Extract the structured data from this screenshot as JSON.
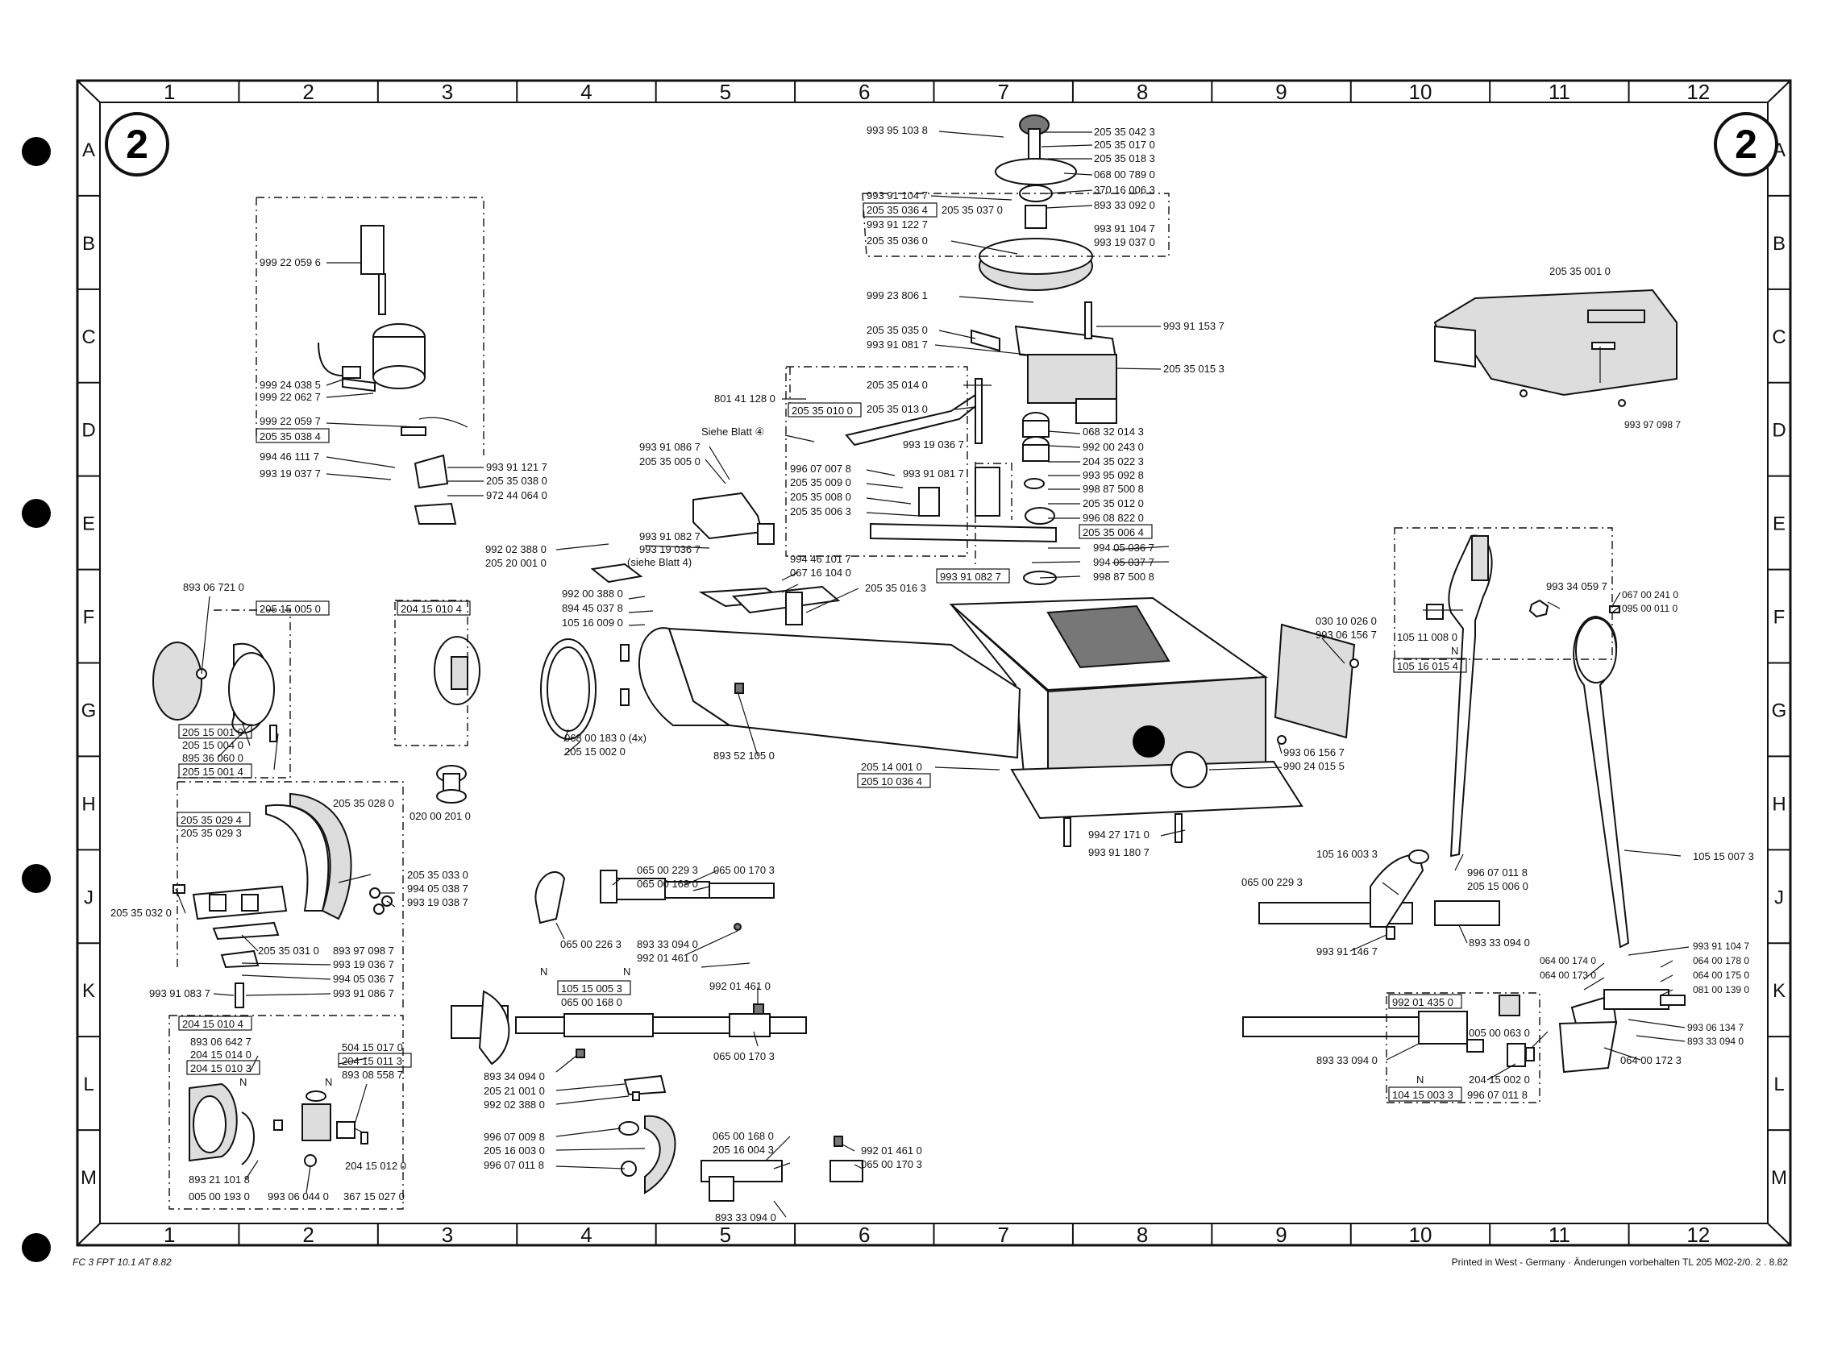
{
  "sheet_number": "2",
  "grid": {
    "columns": [
      "1",
      "2",
      "3",
      "4",
      "5",
      "6",
      "7",
      "8",
      "9",
      "10",
      "11",
      "12"
    ],
    "rows": [
      "A",
      "B",
      "C",
      "D",
      "E",
      "F",
      "G",
      "H",
      "J",
      "K",
      "L",
      "M"
    ]
  },
  "part_labels": {
    "p_993951038": "993 95 103 8",
    "p_205350423": "205 35 042 3",
    "p_205350170": "205 35 017 0",
    "p_205350183": "205 35 018 3",
    "p_068007890": "068 00 789 0",
    "p_370160063": "370 16 006 3",
    "p_893330920": "893 33 092 0",
    "p_993911047a": "993 91 104 7",
    "p_205350364": "205 35 036 4",
    "p_205350370": "205 35 037 0",
    "p_993911227": "993 91 122 7",
    "p_993911047b": "993 91 104 7",
    "p_993190370": "993 19 037 0",
    "p_205350360": "205 35 036 0",
    "p_999238061": "999 23 806 1",
    "p_993911537": "993 91 153 7",
    "p_205350350": "205 35 035 0",
    "p_993910817a": "993 91 081 7",
    "p_205350153": "205 35 015 3",
    "p_205350140": "205 35 014 0",
    "p_801411280": "801 41 128 0",
    "p_205350100": "205 35 010 0",
    "p_205350130": "205 35 013 0",
    "p_068320143": "068 32 014 3",
    "p_992002430": "992 00 243 0",
    "p_siehe4a": "Siehe Blatt ④",
    "p_993190367a": "993 19 036 7",
    "p_204350223": "204 35 022 3",
    "p_993950928": "993 95 092 8",
    "p_993910867a": "993 91 086 7",
    "p_205350050": "205 35 005 0",
    "p_996070078": "996 07 007 8",
    "p_993910817b": "993 91 081 7",
    "p_998875008a": "998 87 500 8",
    "p_205350090": "205 35 009 0",
    "p_205350120": "205 35 012 0",
    "p_205350080": "205 35 008 0",
    "p_996088220": "996 08 822 0",
    "p_205350063": "205 35 006 3",
    "p_205350064": "205 35 006 4",
    "p_993910827a": "993 91 082 7",
    "p_994050367": "994 05 036 7",
    "p_992023880a": "992 02 388 0",
    "p_993190367b": "993 19 036 7",
    "p_994050377": "994 05 037 7",
    "p_205200010": "205 20 001 0",
    "p_siehe4b": "(siehe Blatt 4)",
    "p_993910827b": "993 91 082 7",
    "p_998875008b": "998 87 500 8",
    "p_994461017": "994 46 101 7",
    "p_067161040": "067 16 104 0",
    "p_992003880": "992 00 388 0",
    "p_205350163": "205 35 016 3",
    "p_894450378": "894 45 037 8",
    "p_105160090": "105 16 009 0",
    "p_205350010": "205 35 001 0",
    "p_993970987a": "993 97 098 7",
    "p_999220596a": "999 22 059 6",
    "p_999240385": "999 24 038 5",
    "p_999220627": "999 22 062 7",
    "p_999220597": "999 22 059 7",
    "p_205350384": "205 35 038 4",
    "p_994461117": "994 46 111 7",
    "p_993911217": "993 91 121 7",
    "p_993190377": "993 19 037 7",
    "p_205350380": "205 35 038 0",
    "p_972440640": "972 44 064 0",
    "p_893067210": "893 06 721 0",
    "p_205150050": "205 15 005 0",
    "p_204150104a": "204 15 010 4",
    "p_205150010": "205 15 001 0",
    "p_205150040": "205 15 004 0",
    "p_895360600": "895 36 060 0",
    "p_205150014": "205 15 001 4",
    "p_020002010": "020 00 201 0",
    "p_068001830": "068 00 183  0 (4x)",
    "p_205150020": "205 15 002 0",
    "p_893521050": "893 52 105 0",
    "p_205140010": "205 14 001 0",
    "p_205100364": "205 10 036 4",
    "p_994271710": "994 27 171 0",
    "p_993911807": "993 91 180 7",
    "p_030100260": "030 10 026 0",
    "p_993061567a": "993 06 156 7",
    "p_993061567b": "993 06 156 7",
    "p_990240155": "990 24 015 5",
    "p_105110080": "105 11 008 0",
    "p_N1": "N",
    "p_105160154": "105 16 015 4",
    "p_993340597": "993 34 059 7",
    "p_067002410": "067 00 241 0",
    "p_095000110": "095 00 011 0",
    "p_205350294": "205 35 029 4",
    "p_205350280": "205 35 028 0",
    "p_205350293": "205 35 029 3",
    "p_205350330": "205 35 033 0",
    "p_994050387": "994 05 038 7",
    "p_993190387": "993 19 038 7",
    "p_205350320": "205 35 032 0",
    "p_205350310": "205 35 031 0",
    "p_893970987": "893 97 098 7",
    "p_993190367c": "993 19 036 7",
    "p_994050367b": "994 05 036 7",
    "p_993910867b": "993 91 086 7",
    "p_993910837": "993 91 083 7",
    "p_065002293a": "065 00 229 3",
    "p_065001703a": "065 00 170 3",
    "p_065001680a": "065 00 168 0",
    "p_065002263": "065 00 226 3",
    "p_893330940a": "893 33 094 0",
    "p_992014610a": "992 01 461 0",
    "p_105160033": "105 16 003 3",
    "p_996070118a": "996 07 011 8",
    "p_205150060": "205 15 006 0",
    "p_105150073": "105 15 007 3",
    "p_065002293b": "065 00 229 3",
    "p_893330940b": "893 33 094 0",
    "p_993911467": "993 91 146 7",
    "p_993911047c": "993 91 104 7",
    "p_064001740": "064 00 174 0",
    "p_064001780": "064 00 178 0",
    "p_064001730": "064 00 173 0",
    "p_064001750": "064 00 175 0",
    "p_081001390": "081 00 139 0",
    "p_993061347": "993 06 134 7",
    "p_893330940c": "893 33 094 0",
    "p_N2": "N",
    "p_N3": "N",
    "p_105150053": "105 15 005 3",
    "p_065001680b": "065 00 168 0",
    "p_992014610b": "992 01 461 0",
    "p_065001703b": "065 00 170 3",
    "p_893340940": "893 34 094 0",
    "p_205210010": "205 21 001 0",
    "p_992023880b": "992 02 388 0",
    "p_996070098": "996 07 009 8",
    "p_205160030": "205 16 003 0",
    "p_996070118b": "996 07 011 8",
    "p_065001680c": "065 00 168 0",
    "p_205160043": "205 16 004 3",
    "p_992014610c": "992 01 461 0",
    "p_065001703c": "065 00 170 3",
    "p_893330940d": "893 33 094 0",
    "p_992014350": "992 01 435 0",
    "p_005000630": "005 00 063 0",
    "p_893330940e": "893 33 094 0",
    "p_N4": "N",
    "p_204150020": "204 15 002 0",
    "p_104150033": "104 15 003 3",
    "p_996070118c": "996 07 011 8",
    "p_064001723": "064 00 172 3",
    "p_204150104b": "204 15 010 4",
    "p_893066427": "893 06 642 7",
    "p_204150140": "204 15 014 0",
    "p_204150103": "204 15 010 3",
    "p_N5": "N",
    "p_504150170": "504 15 017 0",
    "p_204150113": "204 15 011 3",
    "p_N6": "N",
    "p_893085587": "893 08 558 7",
    "p_204150120": "204 15 012 0",
    "p_893211018": "893 21 101 8",
    "p_005001930": "005 00 193 0",
    "p_993060440": "993 06 044 0",
    "p_367150270": "367 15 027 0"
  },
  "footer": {
    "left": "FC 3 FPT 10.1 AT 8.82",
    "right": "Printed in West - Germany · Änderungen vorbehalten TL 205 M02-2/0. 2 . 8.82"
  }
}
